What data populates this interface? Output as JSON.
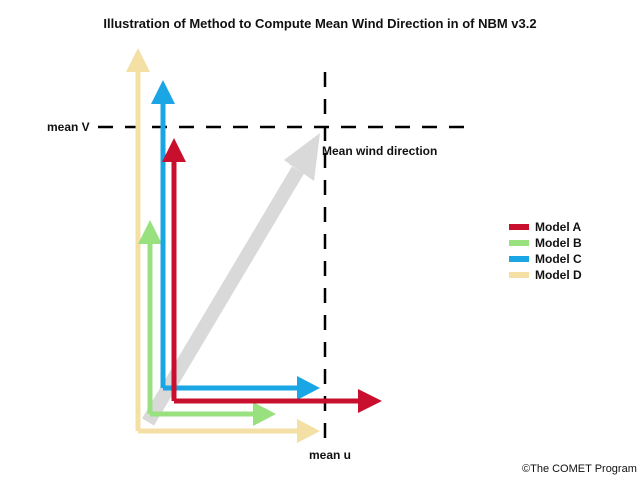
{
  "title": "Illustration of Method to Compute Mean Wind Direction in of NBM v3.2",
  "labels": {
    "mean_v": "mean V",
    "mean_u": "mean u",
    "mean_direction": "Mean wind direction"
  },
  "legend": [
    {
      "label": "Model A",
      "color": "#c8102e"
    },
    {
      "label": "Model B",
      "color": "#99e07f"
    },
    {
      "label": "Model C",
      "color": "#1aa6e4"
    },
    {
      "label": "Model D",
      "color": "#f4dfa5"
    }
  ],
  "mean_arrow_color": "#d9d9d9",
  "credit": "©The COMET Program"
}
